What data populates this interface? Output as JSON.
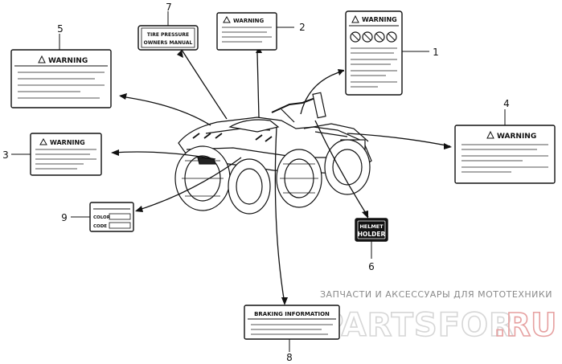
{
  "labels": {
    "warning_text": "WARNING",
    "label7_line1": "TIRE PRESSURE",
    "label7_line2": "OWNERS MANUAL",
    "label6_line1": "HELMET",
    "label6_line2": "HOLDER",
    "label8_title": "BRAKING INFORMATION",
    "label9_color": "COLOR",
    "label9_code": "CODE"
  },
  "callouts": [
    "1",
    "2",
    "3",
    "4",
    "5",
    "6",
    "7",
    "8",
    "9"
  ],
  "watermark": {
    "line1": "ЗАПЧАСТИ И АКСЕССУАРЫ ДЛЯ МОТОТЕХНИКИ",
    "line2": "PARTSFOR",
    "line2_suffix": ".RU"
  }
}
